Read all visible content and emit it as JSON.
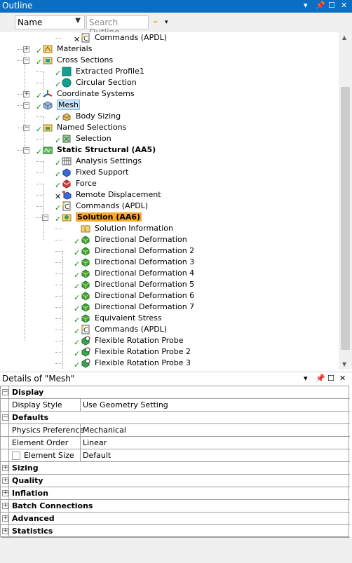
{
  "outline": {
    "title": "Outline",
    "controls": {
      "dropdown": "▾",
      "pin": "⊣",
      "close": "✕"
    },
    "name_select": "Name",
    "search_placeholder": "Search Outline"
  },
  "tree": [
    {
      "label": "Commands (APDL)",
      "icon": "commands-icon",
      "status": "x"
    },
    {
      "label": "Materials",
      "icon": "materials-icon",
      "status": "check",
      "expander": "+"
    },
    {
      "label": "Cross Sections",
      "icon": "cross-sections-icon",
      "status": "check",
      "expander": "-"
    },
    {
      "label": "Extracted Profile1",
      "icon": "profile-icon",
      "status": "check"
    },
    {
      "label": "Circular Section",
      "icon": "circle-section-icon",
      "status": "check"
    },
    {
      "label": "Coordinate Systems",
      "icon": "coordinate-systems-icon",
      "status": "check",
      "expander": "+"
    },
    {
      "label": "Mesh",
      "icon": "mesh-icon",
      "status": "check",
      "expander": "-",
      "selected": true
    },
    {
      "label": "Body Sizing",
      "icon": "body-sizing-icon",
      "status": "check"
    },
    {
      "label": "Named Selections",
      "icon": "named-selections-icon",
      "status": "check",
      "expander": "-"
    },
    {
      "label": "Selection",
      "icon": "selection-icon",
      "status": "check"
    },
    {
      "label": "Static Structural (AA5)",
      "icon": "static-structural-icon",
      "status": "check",
      "expander": "-",
      "bold": true
    },
    {
      "label": "Analysis Settings",
      "icon": "analysis-settings-icon",
      "status": "check"
    },
    {
      "label": "Fixed Support",
      "icon": "fixed-support-icon",
      "status": "check"
    },
    {
      "label": "Force",
      "icon": "force-icon",
      "status": "check"
    },
    {
      "label": "Remote Displacement",
      "icon": "remote-displacement-icon",
      "status": "x"
    },
    {
      "label": "Commands (APDL)",
      "icon": "commands-icon",
      "status": "check"
    },
    {
      "label": "Solution (AA6)",
      "icon": "solution-icon",
      "status": "check",
      "expander": "-",
      "bold": true,
      "highlight": true
    },
    {
      "label": "Solution Information",
      "icon": "solution-information-icon",
      "status": "none"
    },
    {
      "label": "Directional Deformation",
      "icon": "result-icon",
      "status": "check"
    },
    {
      "label": "Directional Deformation 2",
      "icon": "result-icon",
      "status": "check"
    },
    {
      "label": "Directional Deformation 3",
      "icon": "result-icon",
      "status": "check"
    },
    {
      "label": "Directional Deformation 4",
      "icon": "result-icon",
      "status": "check"
    },
    {
      "label": "Directional Deformation 5",
      "icon": "result-icon",
      "status": "check"
    },
    {
      "label": "Directional Deformation 6",
      "icon": "result-icon",
      "status": "check"
    },
    {
      "label": "Directional Deformation 7",
      "icon": "result-icon",
      "status": "check"
    },
    {
      "label": "Equivalent Stress",
      "icon": "result-icon",
      "status": "check"
    },
    {
      "label": "Commands (APDL)",
      "icon": "commands-icon",
      "status": "check"
    },
    {
      "label": "Flexible Rotation Probe",
      "icon": "probe-icon",
      "status": "check"
    },
    {
      "label": "Flexible Rotation Probe 2",
      "icon": "probe-icon",
      "status": "check"
    },
    {
      "label": "Flexible Rotation Probe 3",
      "icon": "probe-icon",
      "status": "check"
    }
  ],
  "details": {
    "title": "Details of \"Mesh\"",
    "rows": [
      {
        "kind": "header",
        "label": "Display",
        "expander": "-"
      },
      {
        "kind": "prop",
        "key": "Display Style",
        "value": "Use Geometry Setting"
      },
      {
        "kind": "header",
        "label": "Defaults",
        "expander": "-"
      },
      {
        "kind": "prop",
        "key": "Physics Preference",
        "value": "Mechanical"
      },
      {
        "kind": "prop",
        "key": "Element Order",
        "value": "Linear"
      },
      {
        "kind": "prop-check",
        "key": "Element Size",
        "value": "Default"
      },
      {
        "kind": "header",
        "label": "Sizing",
        "expander": "+"
      },
      {
        "kind": "header",
        "label": "Quality",
        "expander": "+"
      },
      {
        "kind": "header",
        "label": "Inflation",
        "expander": "+"
      },
      {
        "kind": "header",
        "label": "Batch Connections",
        "expander": "+"
      },
      {
        "kind": "header",
        "label": "Advanced",
        "expander": "+"
      },
      {
        "kind": "header",
        "label": "Statistics",
        "expander": "+"
      }
    ]
  },
  "colors": {
    "titlebar": "#0a6fc2",
    "solution_highlight": "#f7a828",
    "check": "#1a8f1a",
    "selection": "#cce4f7"
  }
}
